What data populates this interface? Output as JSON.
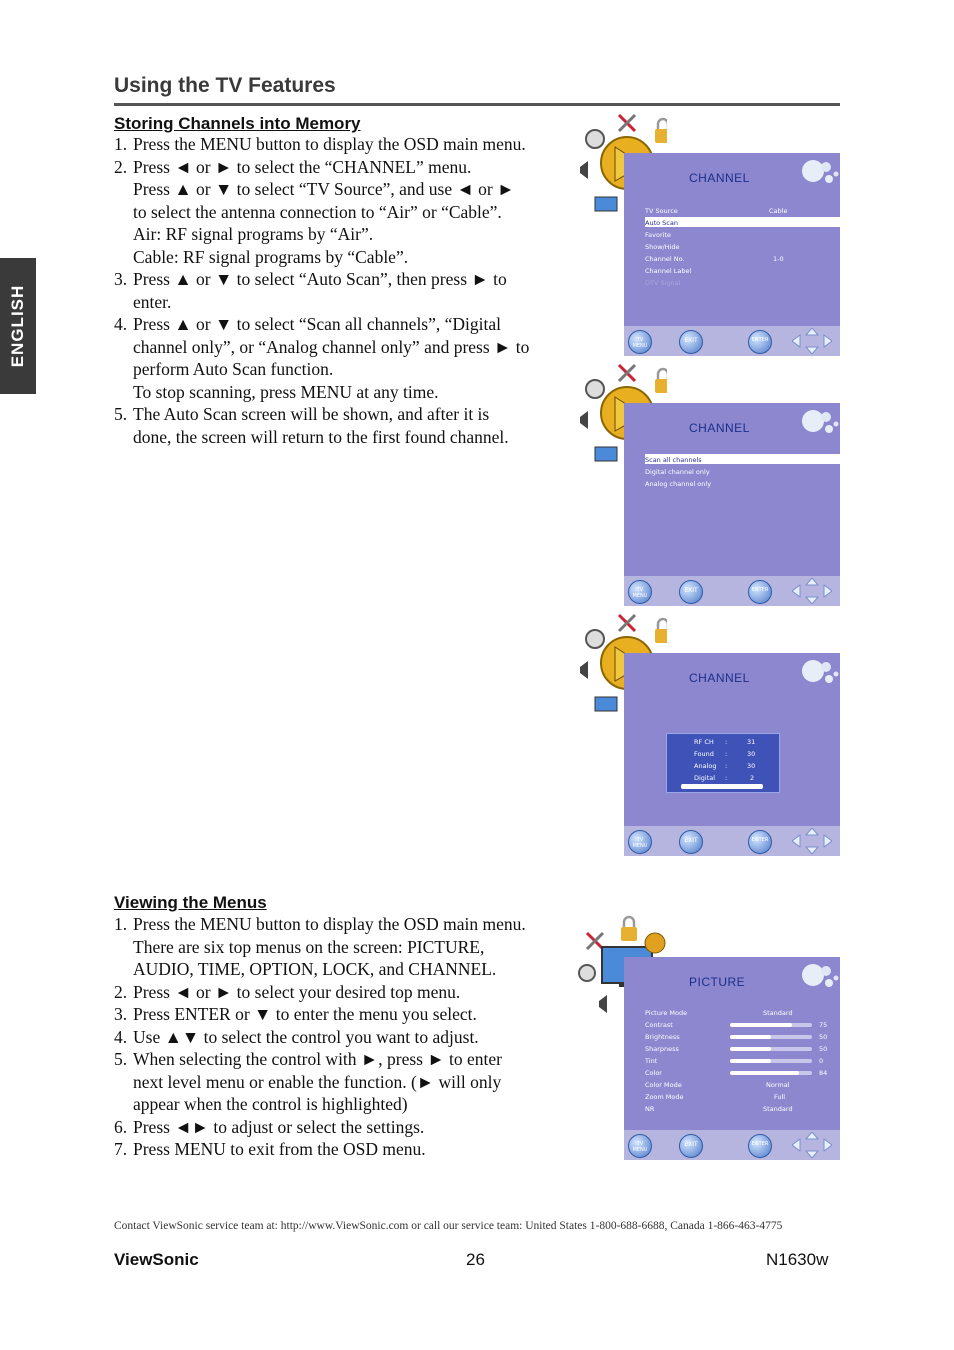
{
  "header": {
    "title": "Using the TV Features",
    "side_tab": "ENGLISH"
  },
  "section1": {
    "heading": "Storing Channels into Memory",
    "steps": [
      {
        "n": "1.",
        "lines": [
          "Press the MENU button to display the OSD main menu."
        ]
      },
      {
        "n": "2.",
        "lines": [
          "Press ◄ or ► to select the “CHANNEL” menu.",
          "Press ▲ or ▼ to select “TV Source”, and use ◄ or ►",
          "to select the antenna connection to “Air” or “Cable”.",
          "Air: RF signal programs by “Air”.",
          "Cable: RF signal programs by “Cable”."
        ]
      },
      {
        "n": "3.",
        "lines": [
          "Press ▲ or ▼ to select “Auto Scan”, then press ► to",
          "enter."
        ]
      },
      {
        "n": "4.",
        "lines": [
          "Press ▲ or ▼ to select “Scan all channels”, “Digital",
          "channel only”, or “Analog channel only” and press ► to",
          "perform Auto Scan function.",
          "To stop scanning, press MENU at any time."
        ]
      },
      {
        "n": "5.",
        "lines": [
          "The Auto Scan screen will be shown, and after it is",
          "done, the screen will return to the first found channel."
        ]
      }
    ]
  },
  "section2": {
    "heading": "Viewing the Menus",
    "steps": [
      {
        "n": "1.",
        "lines": [
          "Press the MENU button to display the OSD main menu.",
          "There are six top menus on the screen: PICTURE,",
          "AUDIO, TIME, OPTION, LOCK, and CHANNEL."
        ]
      },
      {
        "n": "2.",
        "lines": [
          "Press ◄ or ► to select your desired top menu."
        ]
      },
      {
        "n": "3.",
        "lines": [
          "Press ENTER or ▼ to enter the menu you select."
        ]
      },
      {
        "n": "4.",
        "lines": [
          "Use ▲▼ to select the control you want to adjust."
        ]
      },
      {
        "n": "5.",
        "lines": [
          "When selecting the control with ►, press ► to enter",
          "next level menu or enable the function. (► will only",
          "appear when the control is highlighted)"
        ]
      },
      {
        "n": "6.",
        "lines": [
          "Press ◄► to adjust or select the settings."
        ]
      },
      {
        "n": "7.",
        "lines": [
          "Press MENU to exit from the OSD menu."
        ]
      }
    ]
  },
  "osd_buttons": {
    "tv_menu": "TV MENU",
    "exit": "EXIT",
    "enter": "ENTER"
  },
  "osd1": {
    "title": "CHANNEL",
    "items": [
      {
        "label": "TV Source",
        "value": "Cable"
      },
      {
        "label": "Auto Scan",
        "value": ""
      },
      {
        "label": "Favorite",
        "value": ""
      },
      {
        "label": "Show/Hide",
        "value": ""
      },
      {
        "label": "Channel No.",
        "value": "1-0"
      },
      {
        "label": "Channel Label",
        "value": ""
      },
      {
        "label": "DTV Signal",
        "value": ""
      }
    ]
  },
  "osd2": {
    "title": "CHANNEL",
    "items": [
      "Scan all channels",
      "Digital channel only",
      "Analog channel only"
    ]
  },
  "osd3": {
    "title": "CHANNEL",
    "scan": [
      {
        "label": "RF CH",
        "value": "31"
      },
      {
        "label": "Found",
        "value": "30"
      },
      {
        "label": "Analog",
        "value": "30"
      },
      {
        "label": "Digital",
        "value": "2"
      }
    ]
  },
  "osd4": {
    "title": "PICTURE",
    "items": [
      {
        "label": "Picture Mode",
        "value": "Standard"
      },
      {
        "label": "Contrast",
        "value": "75",
        "level": 0.75
      },
      {
        "label": "Brightness",
        "value": "50",
        "level": 0.5
      },
      {
        "label": "Sharpness",
        "value": "50",
        "level": 0.5
      },
      {
        "label": "Tint",
        "value": "0",
        "level": 0.5
      },
      {
        "label": "Color",
        "value": "84",
        "level": 0.84
      },
      {
        "label": "Color Mode",
        "value": "Normal"
      },
      {
        "label": "Zoom Mode",
        "value": "Full"
      },
      {
        "label": "NR",
        "value": "Standard"
      }
    ]
  },
  "footer": {
    "contact": "Contact ViewSonic service team at: http://www.ViewSonic.com or call our service team: United States 1-800-688-6688, Canada 1-866-463-4775",
    "brand": "ViewSonic",
    "page": "26",
    "model": "N1630w"
  }
}
